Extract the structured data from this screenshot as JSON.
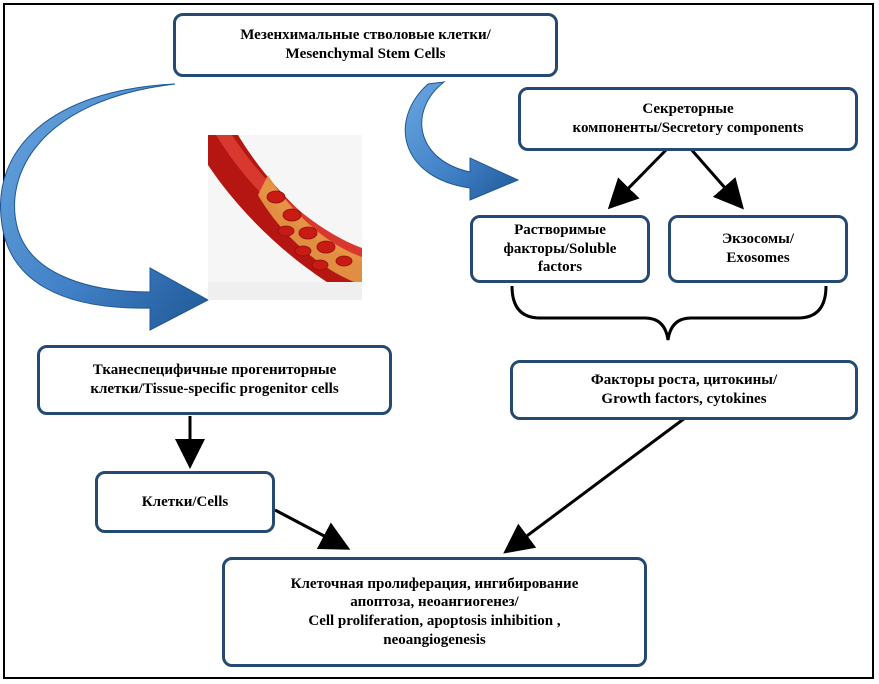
{
  "nodes": {
    "msc": "Мезенхимальные стволовые клетки/\nMesenchymal Stem Cells",
    "secretory": "Секреторные\nкомпоненты/Secretory components",
    "soluble": "Растворимые\nфакторы/Soluble\nfactors",
    "exosomes": "Экзосомы/\nExosomes",
    "growth": "Факторы роста, цитокины/\nGrowth factors, cytokines",
    "tissue": "Тканеспецифичные прогениторные\nклетки/Tissue-specific progenitor cells",
    "cells": "Клетки/Cells",
    "outcome": "Клеточная пролиферация, ингибирование\nапоптоза, неоангиогенез/\nCell proliferation, apoptosis inhibition ,\nneoangiogenesis"
  },
  "colors": {
    "box_border": "#244a72",
    "curved_arrow": "#3f7fc4",
    "curved_arrow_dark": "#1f5896",
    "vessel": "#c8201a",
    "connector": "#000000"
  },
  "image": {
    "icon": "blood-vessel-illustration"
  }
}
